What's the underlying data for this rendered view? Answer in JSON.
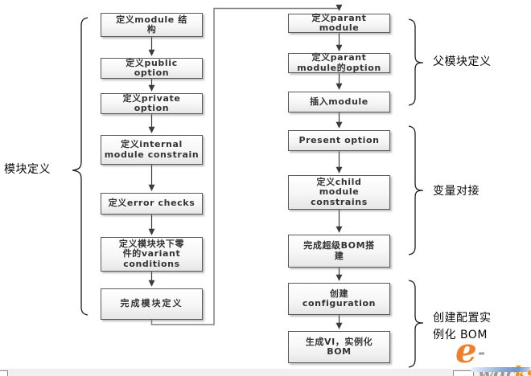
{
  "diagram": {
    "left_brace_label": "模块定义",
    "left_column": [
      {
        "text": "定义module 结\n构"
      },
      {
        "text": "定义public\noption"
      },
      {
        "text": "定义private\noption"
      },
      {
        "text": "定义internal\nmodule constrain"
      },
      {
        "text": "定义error checks"
      },
      {
        "text": "定义模块块下零\n件的variant\nconditions"
      },
      {
        "text": "完成模块定义"
      }
    ],
    "right_column": [
      {
        "text": "定义parant\nmodule"
      },
      {
        "text": "定义parant\nmodule的option"
      },
      {
        "text": "插入module"
      },
      {
        "text": "Present option"
      },
      {
        "text": "定义child\nmodule\nconstrains"
      },
      {
        "text": "完成超级BOM搭\n建"
      },
      {
        "text": "创建\nconfiguration"
      },
      {
        "text": "生成VI，实例化\nBOM"
      }
    ],
    "right_brace_labels": [
      {
        "text": "父模块定义"
      },
      {
        "text": "变量对接"
      },
      {
        "text": "创建配置实\n例化 BOM"
      }
    ]
  },
  "logo": {
    "e": "e",
    "gray_part": "-wor",
    "orange_part": "ks"
  },
  "colors": {
    "box_border": "#595959",
    "arrow": "#3b3b3b",
    "connector_gray": "#808080",
    "logo_orange": "#ee7f2d",
    "logo_gray": "#9a9a9a",
    "swoosh_blue": "#6f96cf"
  }
}
